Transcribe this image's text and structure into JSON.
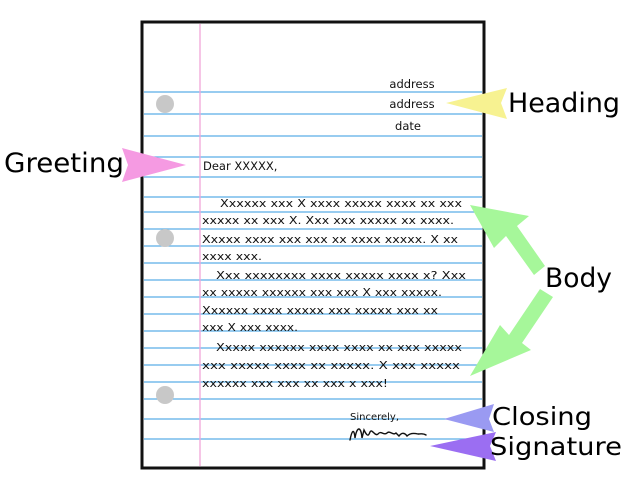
{
  "labels": {
    "heading": "Heading",
    "greeting": "Greeting",
    "body": "Body",
    "closing": "Closing",
    "signature": "Signature"
  },
  "letter": {
    "heading_lines": [
      "address",
      "address",
      "date"
    ],
    "greeting": "Dear XXXXX,",
    "body_lines": [
      "Xxxxxx xxx X xxxx xxxxx xxxx xx xxx",
      "xxxxx xx xxx X.  Xxx xxx xxxxx xx xxxx.",
      "Xxxxx xxxx xxx xxx xx xxxx xxxxx.  X xx",
      "xxxx xxx.",
      "Xxx xxxxxxxx xxxx xxxxx xxxx x?   Xxx",
      "xx xxxxx xxxxxx xxx xxx X xxx xxxxx.",
      "Xxxxxx xxxx xxxxx xxx xxxxx xxx xx",
      "xxx X xxx xxxx.",
      "Xxxxx xxxxxx xxxx xxxx xx xxx xxxxx",
      "xxx xxxxx xxxx xx xxxxx.  X xxx xxxxx",
      "xxxxxx xxx xxx xx xxx x xxx!"
    ],
    "closing": "Sincerely,"
  },
  "colors": {
    "rule_line": "#5aaee6",
    "margin_line": "#f2a6d8",
    "hole": "#c8c8c8",
    "heading_arrow": "#f7f291",
    "greeting_arrow": "#f59ae2",
    "body_arrow": "#a6f79a",
    "closing_arrow": "#9a9af2",
    "signature_arrow": "#9b6ef2"
  }
}
